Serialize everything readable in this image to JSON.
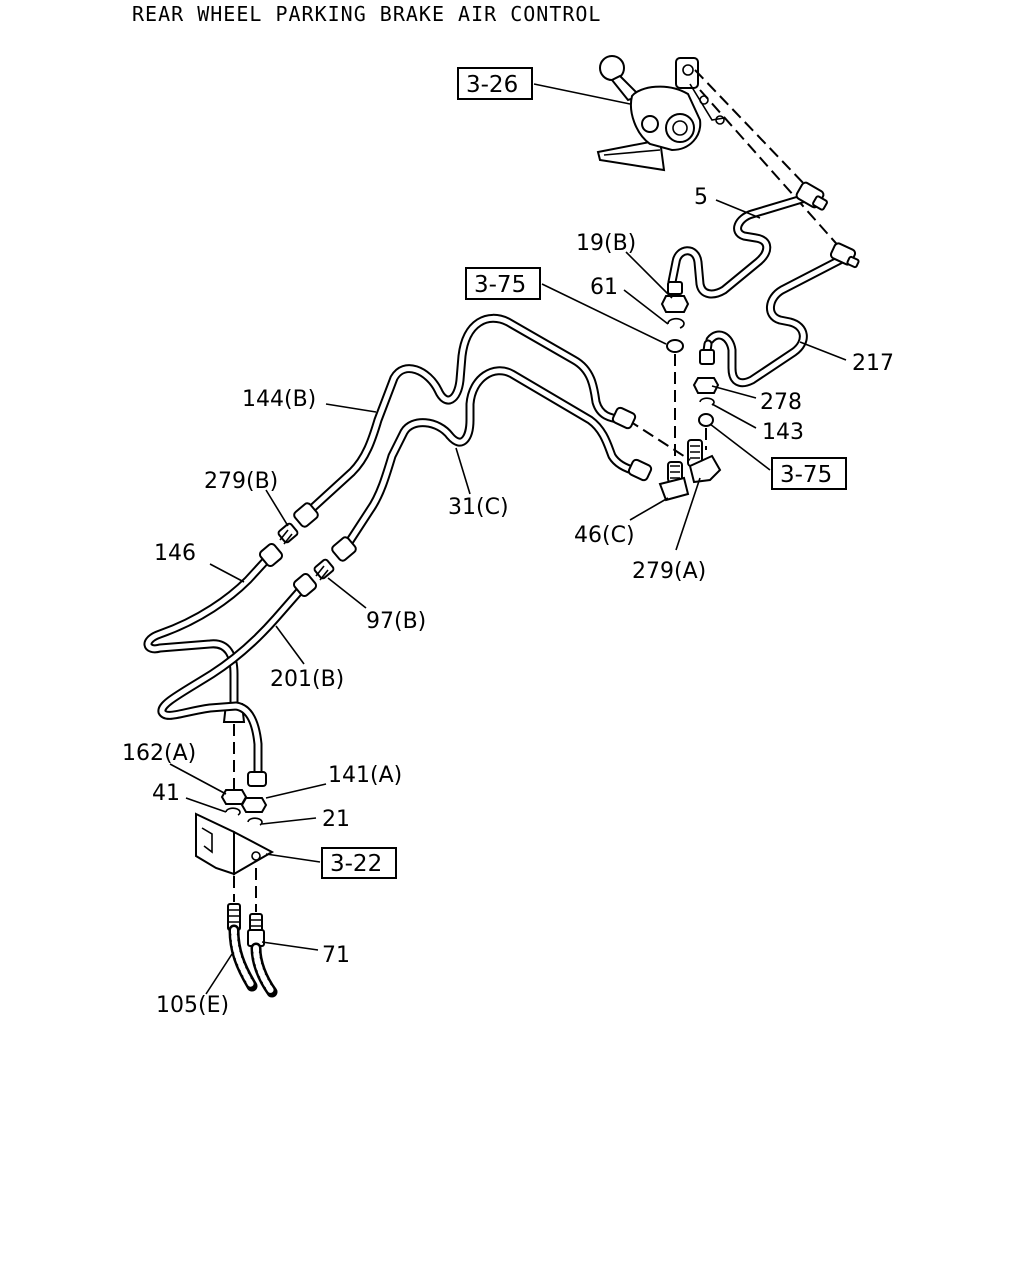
{
  "title": "REAR WHEEL PARKING BRAKE AIR CONTROL",
  "refs": {
    "r1": "3-26",
    "r2": "3-75",
    "r3": "3-75",
    "r4": "3-22"
  },
  "labels": {
    "p5": "5",
    "p19b": "19(B)",
    "p61": "61",
    "p217": "217",
    "p278": "278",
    "p143": "143",
    "p144b": "144(B)",
    "p279b": "279(B)",
    "p31c": "31(C)",
    "p46c": "46(C)",
    "p279a": "279(A)",
    "p146": "146",
    "p97b": "97(B)",
    "p201b": "201(B)",
    "p162a": "162(A)",
    "p141a": "141(A)",
    "p41": "41",
    "p21": "21",
    "p71": "71",
    "p105e": "105(E)"
  }
}
